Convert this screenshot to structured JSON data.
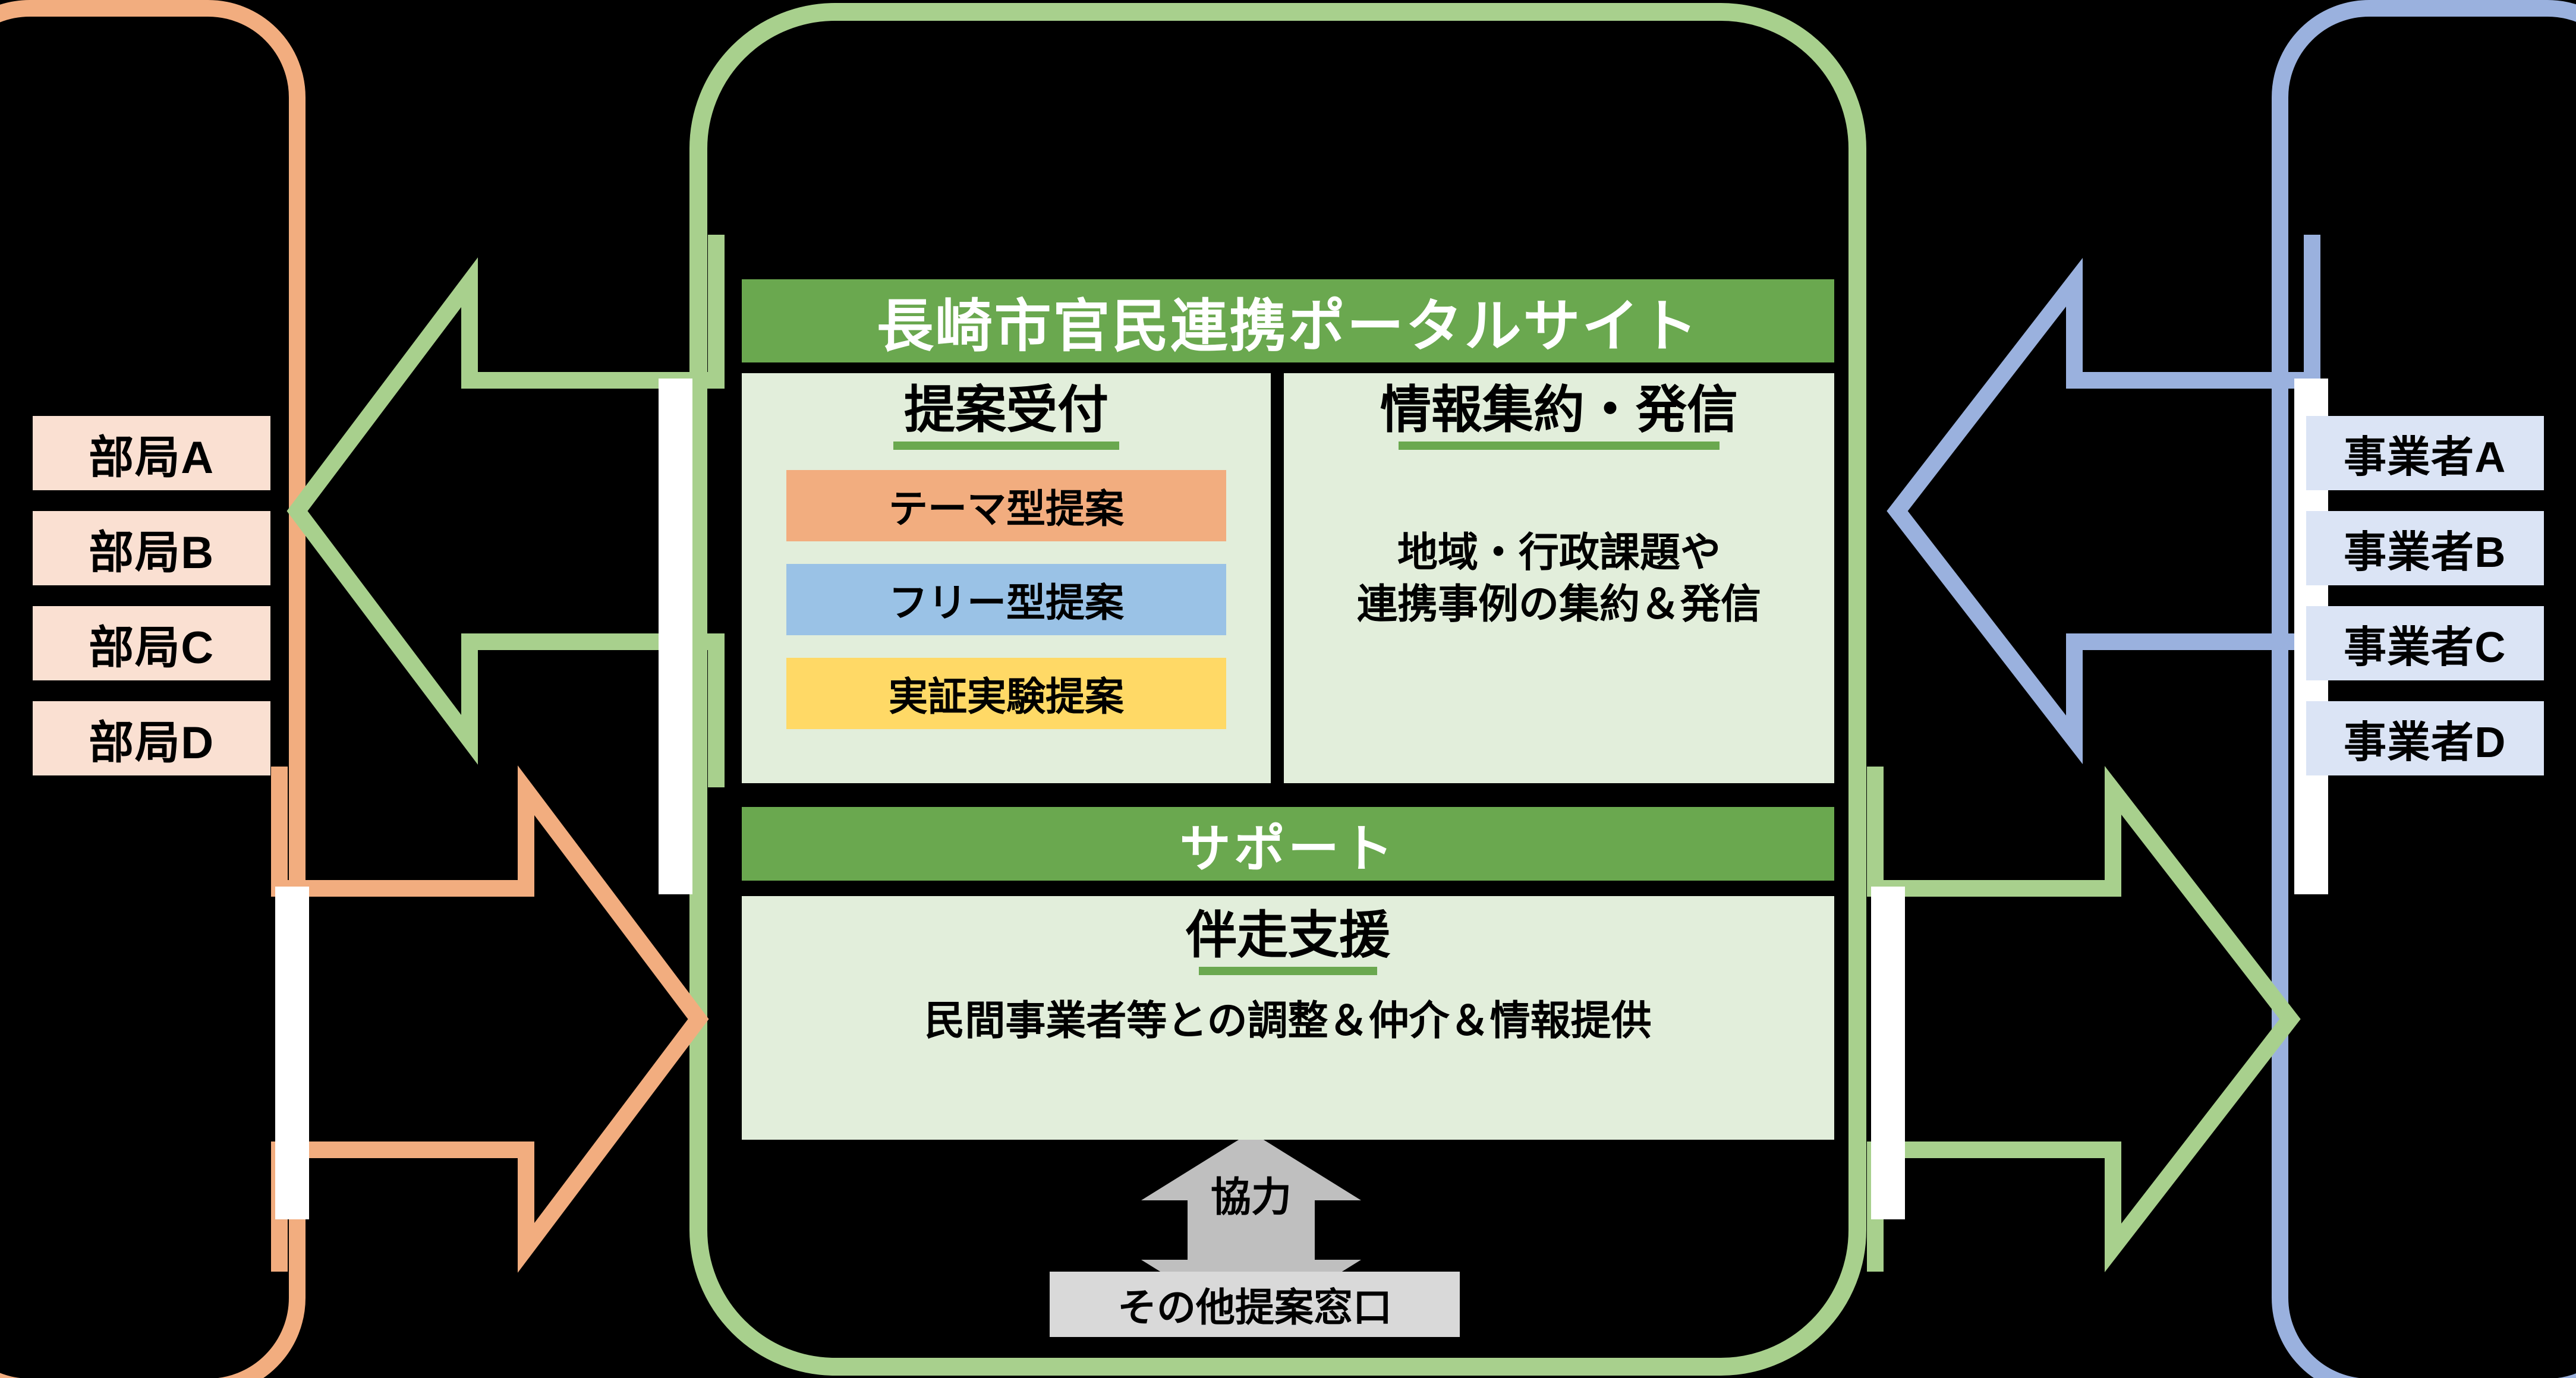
{
  "colors": {
    "background": "#000000",
    "left_frame": "#f2ad7f",
    "right_frame": "#9ab1de",
    "center_frame": "#a8d08d",
    "header_green": "#6aa84f",
    "panel_green": "#e2eedb",
    "left_box": "#fae0d2",
    "right_box": "#dbe4f5",
    "chip_theme": "#f2ad7f",
    "chip_free": "#9ac2e6",
    "chip_pilot": "#ffd966",
    "gray": "#d9d9d9",
    "stub_white": "#ffffff"
  },
  "left_group": {
    "items": [
      {
        "label": "部局A"
      },
      {
        "label": "部局B"
      },
      {
        "label": "部局C"
      },
      {
        "label": "部局D"
      }
    ]
  },
  "right_group": {
    "items": [
      {
        "label": "事業者A"
      },
      {
        "label": "事業者B"
      },
      {
        "label": "事業者C"
      },
      {
        "label": "事業者D"
      }
    ]
  },
  "portal": {
    "title": "長崎市官民連携ポータルサイト",
    "reception": {
      "title": "提案受付",
      "chips": [
        {
          "label": "テーマ型提案"
        },
        {
          "label": "フリー型提案"
        },
        {
          "label": "実証実験提案"
        }
      ]
    },
    "info": {
      "title": "情報集約・発信",
      "body": "地域・行政課題や\n連携事例の集約＆発信"
    },
    "support_bar": "サポート",
    "support": {
      "title": "伴走支援",
      "body": "民間事業者等との調整＆仲介＆情報提供"
    }
  },
  "cooperation": {
    "label": "協力",
    "other_window": "その他提案窓口"
  }
}
